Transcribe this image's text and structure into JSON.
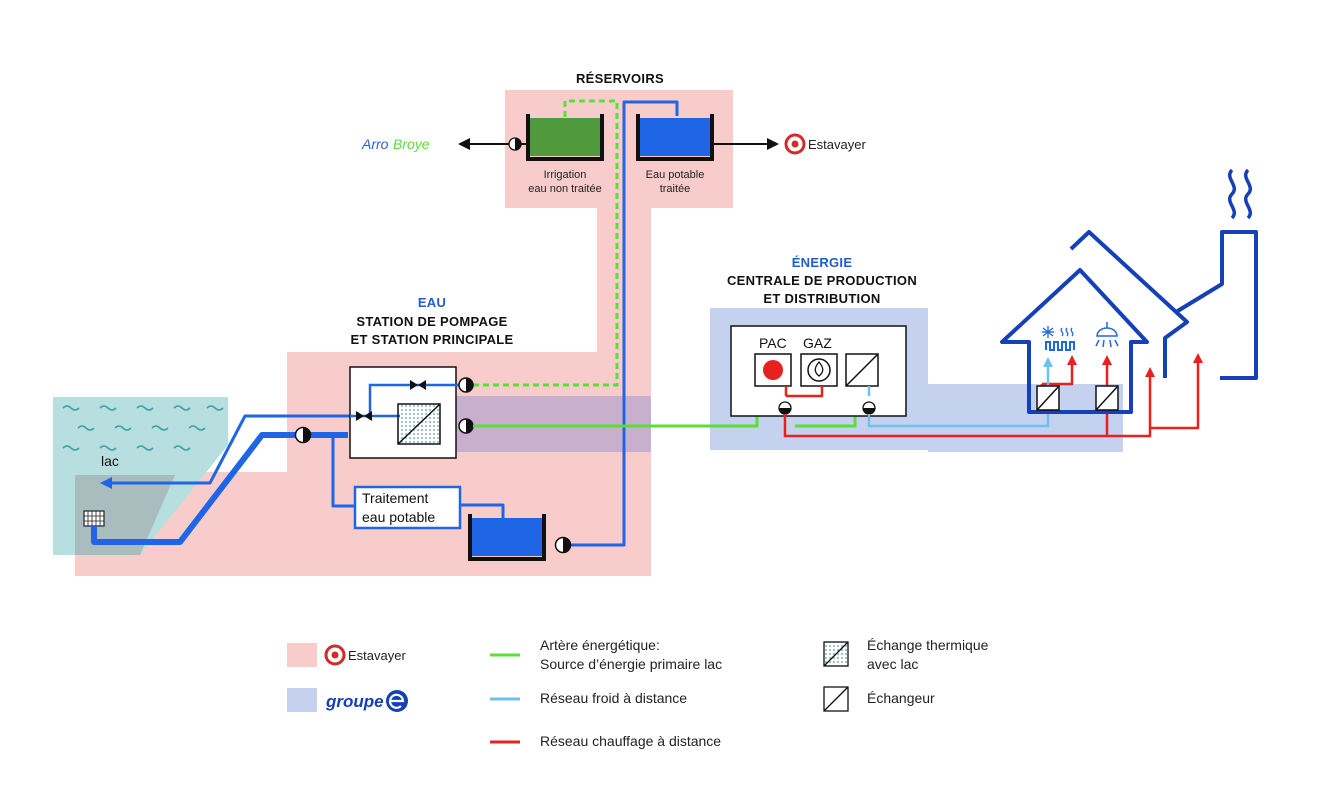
{
  "sections": {
    "reservoirs": {
      "title": "RÉSERVOIRS"
    },
    "eau": {
      "tag": "EAU",
      "title_line1": "STATION DE POMPAGE",
      "title_line2": "ET STATION PRINCIPALE"
    },
    "energie": {
      "tag": "ÉNERGIE",
      "title_line1": "CENTRALE DE PRODUCTION",
      "title_line2": "ET DISTRIBUTION"
    }
  },
  "reservoir_labels": {
    "irrigation_line1": "Irrigation",
    "irrigation_line2": "eau non traitée",
    "potable_line1": "Eau potable",
    "potable_line2": "traitée"
  },
  "logos": {
    "arrobroye_part1": "Arro",
    "arrobroye_part2": "Broye",
    "estavayer": "Estavayer",
    "groupe_e": "groupe"
  },
  "labels": {
    "lac": "lac",
    "traitement_line1": "Traitement",
    "traitement_line2": "eau potable",
    "pac": "PAC",
    "gaz": "GAZ"
  },
  "legend": {
    "green_line1": "Artère énergétique:",
    "green_line2": "Source d’énergie primaire lac",
    "lightblue": "Réseau froid à distance",
    "red": "Réseau chauffage à distance",
    "exchange_line1": "Échange thermique",
    "exchange_line2": "avec lac",
    "exchanger": "Échangeur"
  },
  "colors": {
    "pink_zone": "#f9cccc",
    "blue_zone": "#c4d2f0",
    "lake": "#b7dfe0",
    "water_blue": "#1f66e6",
    "dark_blue": "#1540b8",
    "green": "#5ddc3c",
    "light_blue": "#6fc0ee",
    "red": "#e8201e"
  }
}
